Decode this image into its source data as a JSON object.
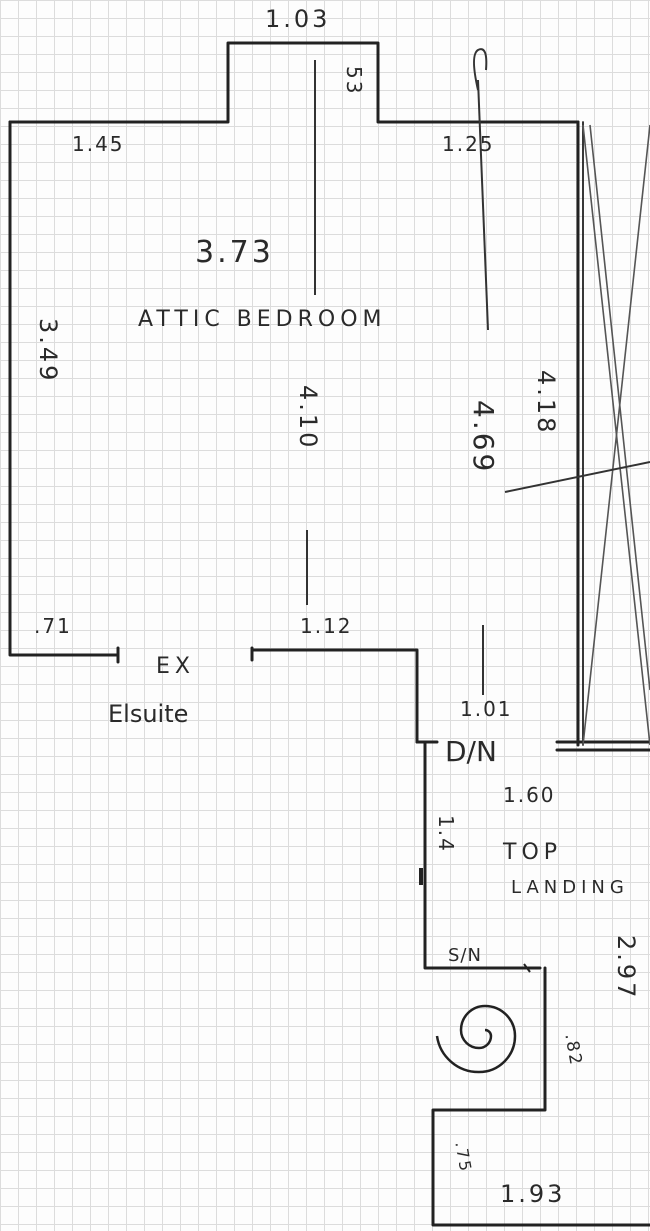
{
  "room_name": "ATTIC BEDROOM",
  "ensuite_label_1": "EX",
  "ensuite_label_2": "Elsuite",
  "landing_label_1": "TOP",
  "landing_label_2": "LANDING",
  "door_label": "D/N",
  "stair_label": "S/N",
  "dimensions": {
    "dormer_width": "1.03",
    "dormer_depth": "53",
    "left_top_wall": "1.45",
    "right_top_wall": "1.25",
    "centre_length": "3.73",
    "room_left_height": "3.49",
    "centre_height": "4.10",
    "right_height": "4.18",
    "eaves_height": "4.69",
    "bottom_left": ".71",
    "bottom_mid": "1.12",
    "door_width": "1.01",
    "landing_width": "1.60",
    "landing_side": "1.4",
    "landing_height": "2.97",
    "stair_width": ".82",
    "stair_step": ".75",
    "bottom_width": "1.93"
  }
}
